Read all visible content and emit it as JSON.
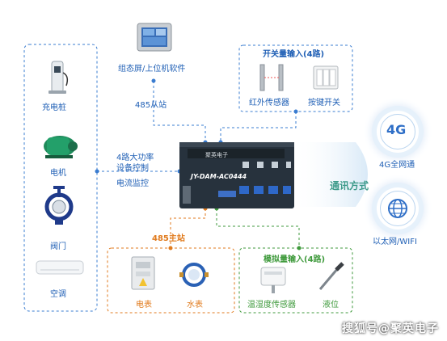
{
  "left_devices": {
    "charger": "充电桩",
    "motor": "电机",
    "valve": "阀门",
    "aircon": "空调"
  },
  "top": {
    "hmi_label": "组态屏/上位机软件",
    "slave_485": "485从站"
  },
  "switch_input": {
    "title": "开关量输入(4路)",
    "ir_sensor": "红外传感器",
    "button_switch": "按键开关"
  },
  "control": {
    "line1": "4路大功率",
    "line2": "设备控制",
    "line3": "电流监控"
  },
  "device": {
    "model": "JY-DAM-AC0444",
    "brand": "聚英电子"
  },
  "bottom_master": {
    "title": "485主站",
    "meter": "电表",
    "water_meter": "水表"
  },
  "analog_input": {
    "title": "模拟量输入(4路)",
    "temp_humidity": "温湿度传感器",
    "level": "液位"
  },
  "comm": {
    "title": "通讯方式",
    "badge_4g": "4G",
    "net_4g": "4G全网通",
    "ethernet": "以太网/WIFI"
  },
  "watermark": "搜狐号@聚英电子",
  "colors": {
    "blue": "#1f5fb5",
    "orange": "#e07a1c",
    "green": "#3f9a3c",
    "teal": "#3d9a8a",
    "device_body": "#27323d"
  }
}
